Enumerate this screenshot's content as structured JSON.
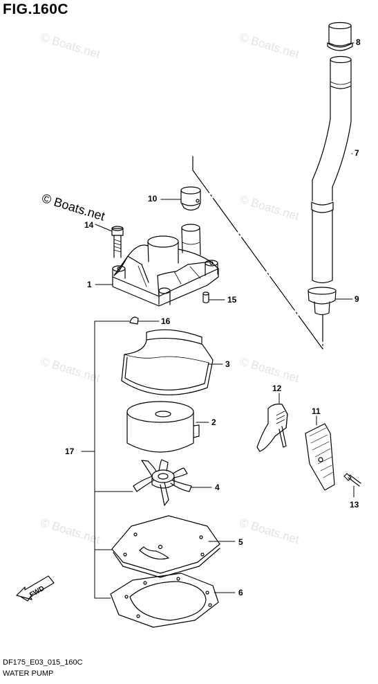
{
  "figure_title": "FIG.160C",
  "footer_code": "DF175_E03_015_160C",
  "footer_name": "WATER PUMP",
  "watermark": "© Boats.net",
  "fwd_label": "FWD",
  "callouts": {
    "p1": "1",
    "p2": "2",
    "p3": "3",
    "p4": "4",
    "p5": "5",
    "p6": "6",
    "p7": "7",
    "p8": "8",
    "p9": "9",
    "p10": "10",
    "p11": "11",
    "p12": "12",
    "p13": "13",
    "p14": "14",
    "p15": "15",
    "p16": "16",
    "p17": "17"
  }
}
